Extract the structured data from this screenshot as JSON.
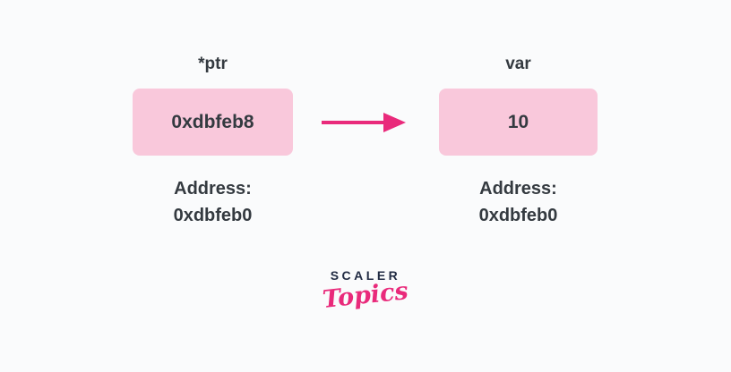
{
  "diagram": {
    "background_color": "#fafbfc",
    "box_color": "#f9c8db",
    "arrow_color": "#e92a7b",
    "text_color": "#343a40",
    "pointer": {
      "label": "*ptr",
      "value": "0xdbfeb8",
      "address_label": "Address:",
      "address_value": "0xdbfeb0"
    },
    "arrow_icon": "arrow-right-icon",
    "variable": {
      "label": "var",
      "value": "10",
      "address_label": "Address:",
      "address_value": "0xdbfeb0"
    }
  },
  "logo": {
    "brand": "SCALER",
    "sub": "Topics",
    "brand_color": "#222c44",
    "sub_color": "#e92a7b"
  }
}
